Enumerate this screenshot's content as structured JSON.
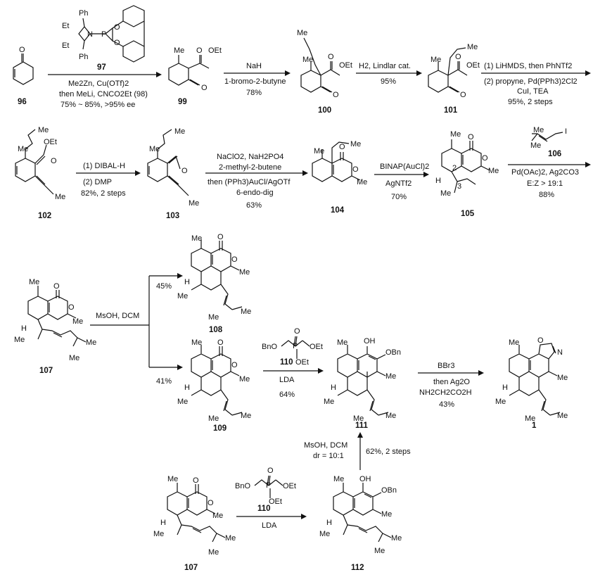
{
  "compounds": {
    "c96": "96",
    "c97": "97",
    "c99": "99",
    "c100": "100",
    "c101": "101",
    "c102": "102",
    "c103": "103",
    "c104": "104",
    "c105": "105",
    "c106": "106",
    "c107a": "107",
    "c107b": "107",
    "c108": "108",
    "c109": "109",
    "c110a": "110",
    "c110b": "110",
    "c111": "111",
    "c112": "112",
    "c1": "1"
  },
  "conditions": {
    "s1": [
      "Me2Zn, Cu(OTf)2",
      "then MeLi, CNCO2Et (98)",
      "75% ~ 85%, >95% ee"
    ],
    "s2": [
      "NaH",
      "1-bromo-2-butyne",
      "78%"
    ],
    "s3": [
      "H2, Lindlar cat.",
      "95%"
    ],
    "s4": [
      "(1) LiHMDS, then PhNTf2",
      "(2) propyne, Pd(PPh3)2Cl2",
      "CuI, TEA",
      "95%, 2 steps"
    ],
    "s5": [
      "(1) DIBAL-H",
      "(2) DMP",
      "82%, 2 steps"
    ],
    "s6": [
      "NaClO2, NaH2PO4",
      "2-methyl-2-butene",
      "then (PPh3)AuCl/AgOTf",
      "6-endo-dig",
      "63%"
    ],
    "s7": [
      "BINAP(AuCl)2",
      "AgNTf2",
      "70%"
    ],
    "s8": [
      "Pd(OAc)2, Ag2CO3",
      "E:Z > 19:1",
      "88%"
    ],
    "s9": "MsOH, DCM",
    "y108": "45%",
    "y109": "41%",
    "s10": [
      "LDA",
      "64%"
    ],
    "s11": [
      "BBr3",
      "then Ag2O",
      "NH2CH2CO2H",
      "43%"
    ],
    "s12": [
      "MsOH, DCM",
      "dr = 10:1",
      "62%, 2 steps"
    ],
    "s13": "LDA"
  },
  "atoms": {
    "Me": "Me",
    "Et": "Et",
    "Ph": "Ph",
    "N": "N",
    "P": "P",
    "O": "O",
    "OEt": "OEt",
    "OBn": "OBn",
    "BnO": "BnO",
    "OH": "OH",
    "I": "I",
    "H": "H",
    "n2": "2",
    "n3": "3"
  }
}
